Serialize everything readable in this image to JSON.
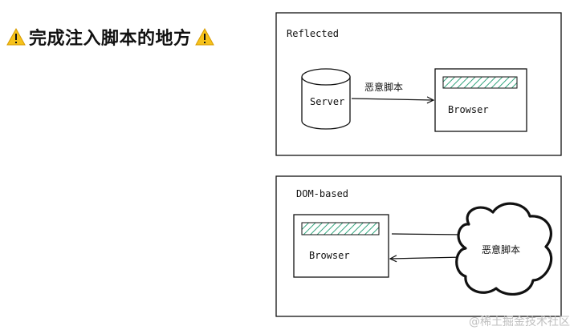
{
  "title": {
    "text": "完成注入脚本的地方",
    "left_icon": "warning-icon",
    "right_icon": "warning-icon"
  },
  "reflected": {
    "label": "Reflected",
    "server_label": "Server",
    "arrow_label": "恶意脚本",
    "browser_label": "Browser"
  },
  "dom_based": {
    "label": "DOM-based",
    "browser_label": "Browser",
    "cloud_label": "恶意脚本"
  },
  "watermark": "@稀土掘金技术社区",
  "colors": {
    "hatch": "#2ea37a",
    "warning": "#f6c21b",
    "ink": "#111111"
  }
}
